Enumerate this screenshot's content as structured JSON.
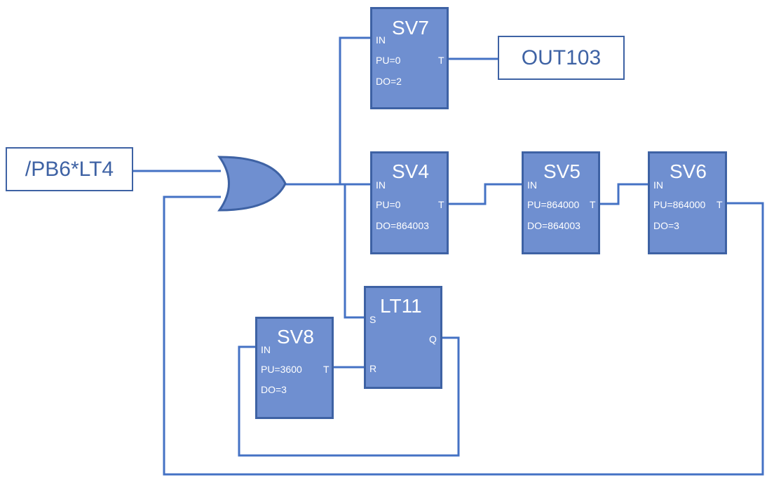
{
  "inputs": {
    "input_label": "/PB6*LT4"
  },
  "outputs": {
    "output_label": "OUT103"
  },
  "blocks": {
    "sv7": {
      "name": "SV7",
      "in": "IN",
      "pu": "PU=0",
      "do": "DO=2",
      "out": "T"
    },
    "sv4": {
      "name": "SV4",
      "in": "IN",
      "pu": "PU=0",
      "do": "DO=864003",
      "out": "T"
    },
    "sv5": {
      "name": "SV5",
      "in": "IN",
      "pu": "PU=864000",
      "do": "DO=864003",
      "out": "T"
    },
    "sv6": {
      "name": "SV6",
      "in": "IN",
      "pu": "PU=864000",
      "do": "DO=3",
      "out": "T"
    },
    "lt11": {
      "name": "LT11",
      "s": "S",
      "r": "R",
      "q": "Q"
    },
    "sv8": {
      "name": "SV8",
      "in": "IN",
      "pu": "PU=3600",
      "do": "DO=3",
      "out": "T"
    }
  },
  "colors": {
    "wire": "#4472c4",
    "block_fill": "#6f8fd0",
    "block_border": "#3e62a4",
    "text_on_block": "#ffffff"
  },
  "icons": {
    "or_gate": "or-gate-icon"
  }
}
